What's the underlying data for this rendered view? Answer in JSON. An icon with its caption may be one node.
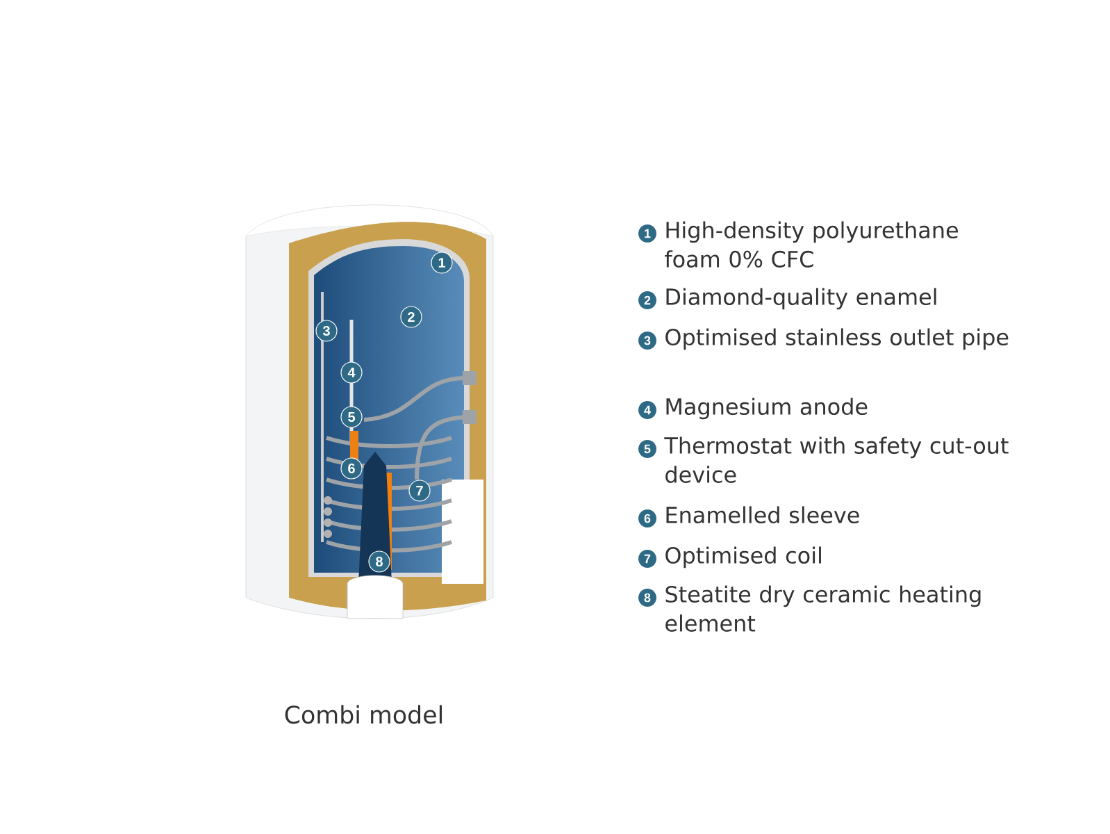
{
  "diagram": {
    "caption": "Combi model",
    "labels": [
      "1",
      "2",
      "3",
      "4",
      "5",
      "6",
      "7",
      "8",
      "1",
      "High-density polyurethane foam 0% CFC",
      "2",
      "Diamond-quality enamel",
      "3",
      "Optimised stainless outlet pipe",
      "4",
      "Magnesium anode",
      "5",
      "Thermostat with safety cut-out device",
      "6",
      "Enamelled sleeve",
      "7",
      "Optimised coil",
      "8",
      "Steatite dry ceramic heating element"
    ]
  }
}
